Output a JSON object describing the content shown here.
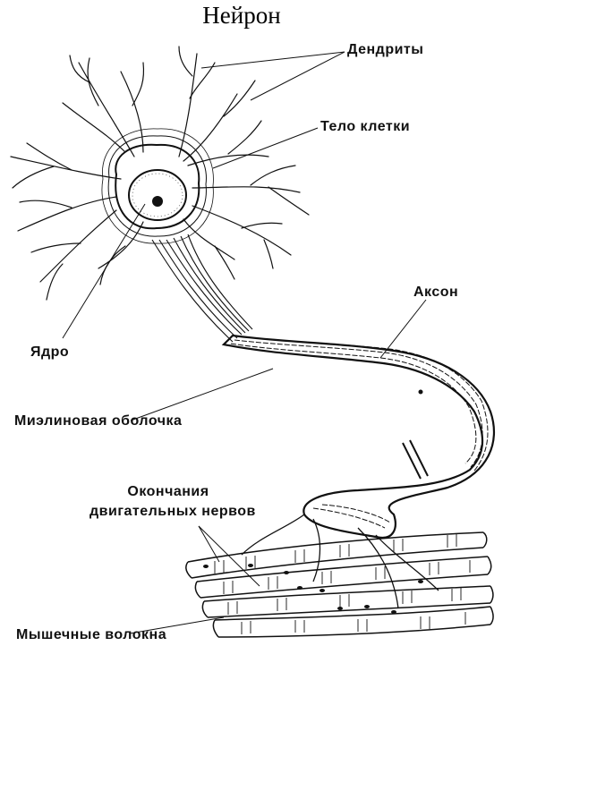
{
  "title": "Нейрон",
  "labels": {
    "dendrites": "Дендриты",
    "cell_body": "Тело  клетки",
    "axon": "Аксон",
    "nucleus": "Ядро",
    "myelin": "Миэлиновая  оболочка",
    "endings_line1": "Окончания",
    "endings_line2": "двигательных  нервов",
    "muscle": "Мышечные  волокна"
  },
  "colors": {
    "ink": "#111111",
    "background": "#ffffff"
  }
}
